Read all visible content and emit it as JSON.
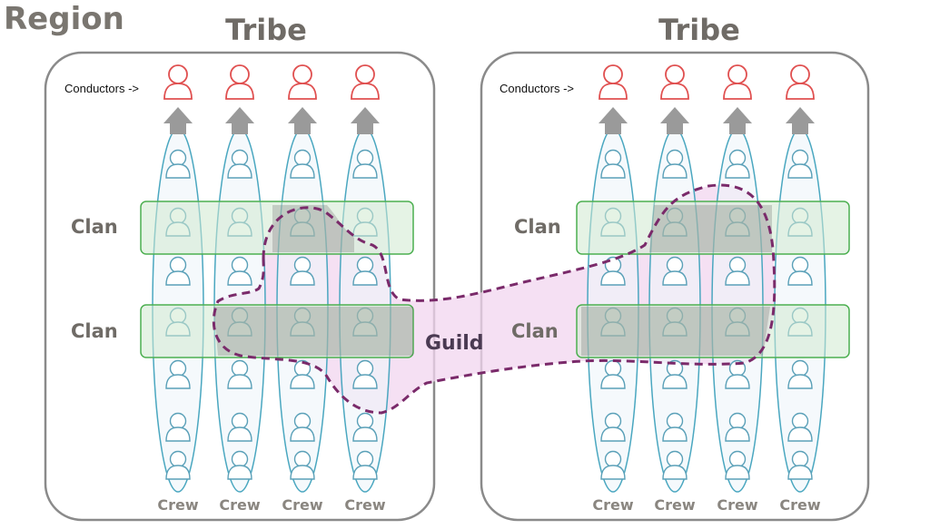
{
  "region": {
    "label": "Region"
  },
  "tribes": [
    {
      "title": "Tribe",
      "conductors_label": "Conductors ->",
      "clans": [
        "Clan",
        "Clan"
      ],
      "crews": [
        "Crew",
        "Crew",
        "Crew",
        "Crew"
      ]
    },
    {
      "title": "Tribe",
      "conductors_label": "Conductors ->",
      "clans": [
        "Clan",
        "Clan"
      ],
      "crews": [
        "Crew",
        "Crew",
        "Crew",
        "Crew"
      ]
    }
  ],
  "guild": {
    "label": "Guild"
  },
  "colors": {
    "text_gray": "#7a7670",
    "frame": "#8a8a8a",
    "crew_outline": "#4aa7c0",
    "clan_fill": "#cfe9cf",
    "clan_stroke": "#4caf50",
    "conductor": "#e05050",
    "arrow": "#9a9a9a",
    "guild_fill": "#f2d6ef",
    "guild_stroke": "#7a2a6a"
  }
}
